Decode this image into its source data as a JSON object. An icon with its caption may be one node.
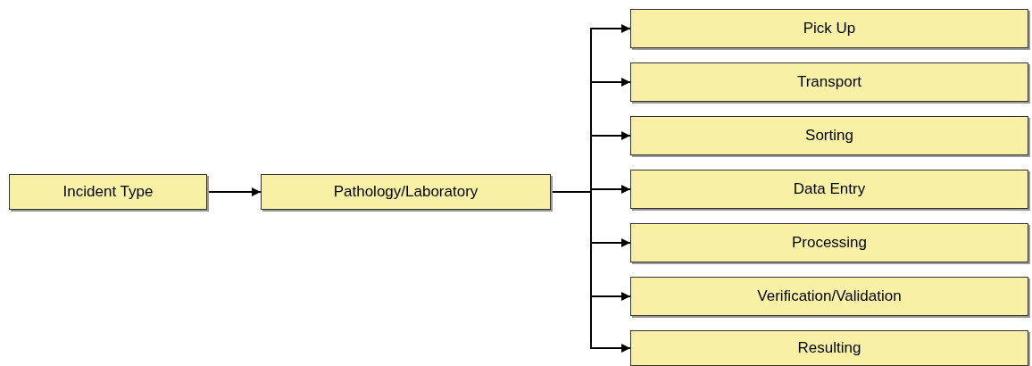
{
  "diagram": {
    "nodes": [
      {
        "text": [
          "Incident Type"
        ]
      },
      {
        "text": [
          "Pathology/Laboratory"
        ]
      },
      {
        "text": [
          "Pick Up"
        ]
      },
      {
        "text": [
          "Transport"
        ]
      },
      {
        "text": [
          "Sorting"
        ]
      },
      {
        "text": [
          "Data Entry"
        ]
      },
      {
        "text": [
          "Processing"
        ]
      },
      {
        "text": [
          "Verification/Validation"
        ]
      },
      {
        "text": [
          "Resulting"
        ]
      }
    ],
    "edges": [
      {
        "from": 0,
        "to": 1,
        "arrow": "to"
      },
      {
        "from": 1,
        "to": 2,
        "arrow": "to"
      },
      {
        "from": 1,
        "to": 3,
        "arrow": "to"
      },
      {
        "from": 1,
        "to": 4,
        "arrow": "to"
      },
      {
        "from": 1,
        "to": 5,
        "arrow": "to"
      },
      {
        "from": 1,
        "to": 6,
        "arrow": "to"
      },
      {
        "from": 1,
        "to": 7,
        "arrow": "to"
      },
      {
        "from": 1,
        "to": 8,
        "arrow": "to"
      }
    ]
  }
}
